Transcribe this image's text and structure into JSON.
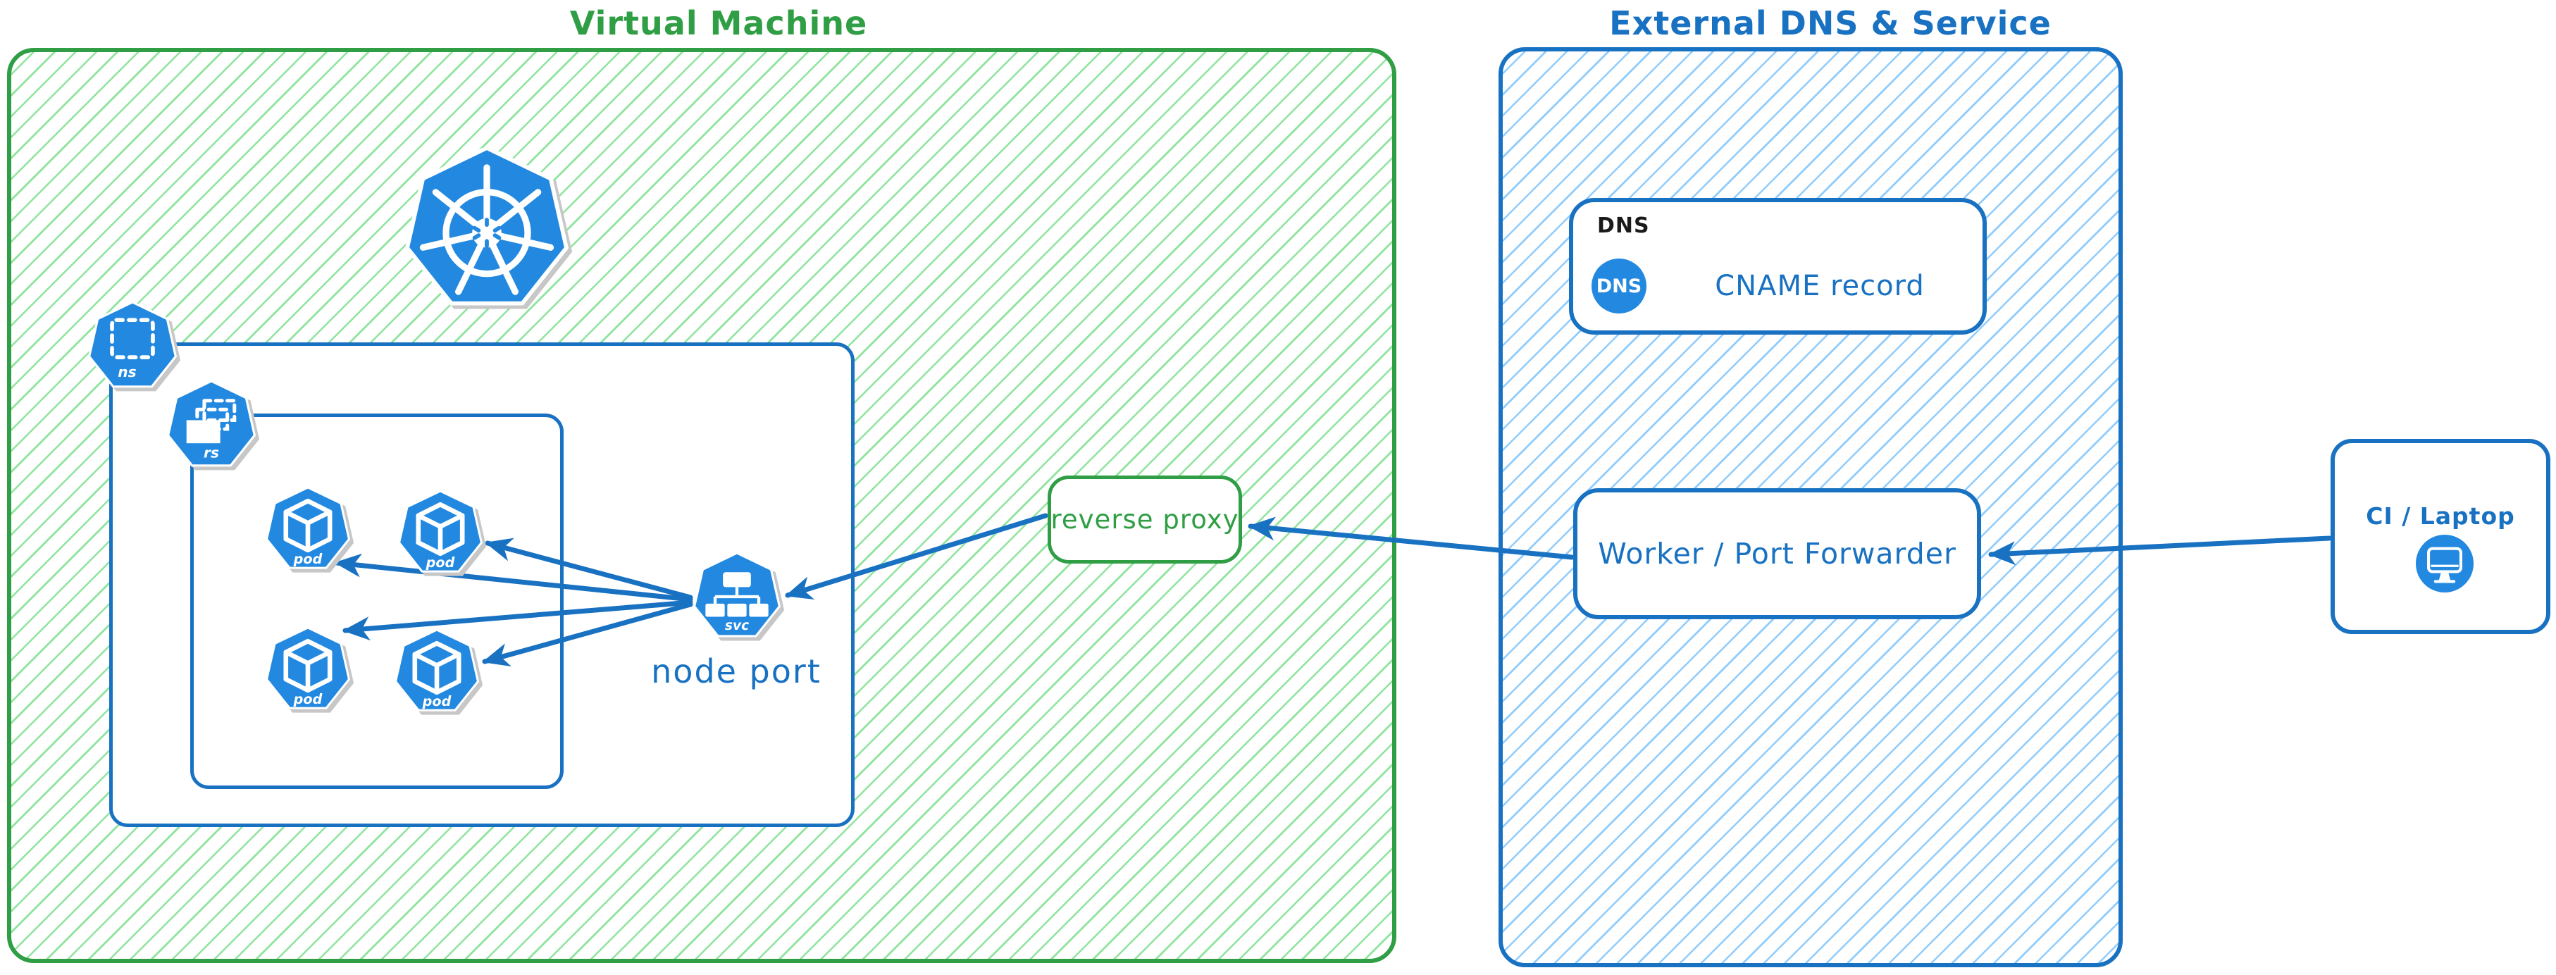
{
  "colors": {
    "green_border": "#2f9e44",
    "green_hatch": "#69db7c",
    "blue_border": "#1971c2",
    "blue_hatch": "#74c0fc",
    "icon_blue": "#2389e0",
    "dns_tag_black": "#1a1a1a",
    "background": "#ffffff"
  },
  "vm_group": {
    "title": "Virtual Machine"
  },
  "kubernetes": {
    "namespace_label": "ns",
    "replicaset_label": "rs",
    "pods": [
      {
        "label": "pod"
      },
      {
        "label": "pod"
      },
      {
        "label": "pod"
      },
      {
        "label": "pod"
      }
    ],
    "service": {
      "label": "svc",
      "caption": "node port"
    }
  },
  "reverse_proxy": {
    "label": "reverse proxy"
  },
  "external_group": {
    "title": "External DNS & Service",
    "dns": {
      "tag": "DNS",
      "badge": "DNS",
      "record": "CNAME record"
    },
    "worker": {
      "label": "Worker / Port Forwarder"
    }
  },
  "client": {
    "label": "CI / Laptop"
  }
}
